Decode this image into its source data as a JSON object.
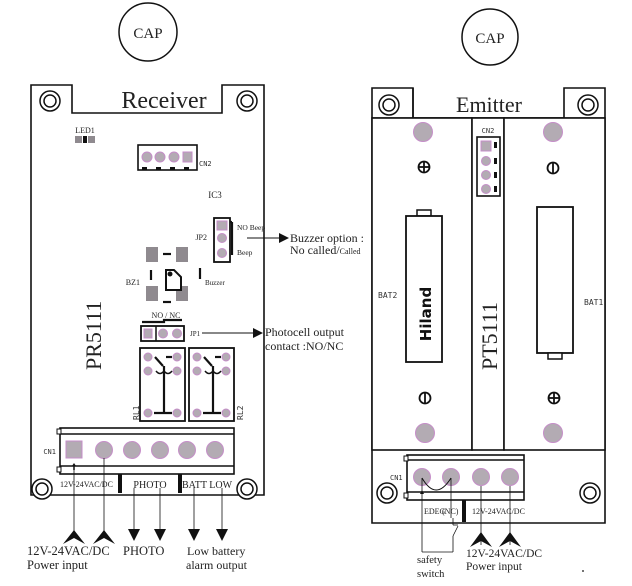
{
  "colors": {
    "pad_fill": "#b3abb3",
    "pad_outline": "#c58ec8",
    "component_gray": "#8f8a8f",
    "ink": "#111111",
    "background": "#ffffff"
  },
  "receiver": {
    "cap_label": "CAP",
    "title": "Receiver",
    "model": "PR5111",
    "led_label": "LED1",
    "cn2_label": "CN2",
    "ic3_label": "IC3",
    "jp2_label": "JP2",
    "jp2_no_beep": "NO Beep",
    "jp2_beep": "Beep",
    "bz1_label": "BZ1",
    "buzzer_label": "Buzzer",
    "jp1_label": "JP1",
    "jp1_options": "NO / NC",
    "rl1_label": "RL1",
    "rl2_label": "RL2",
    "cn1_label": "CN1",
    "terminal_power": "12V-24VAC/DC",
    "terminal_photo": "PHOTO",
    "terminal_batt": "BATT LOW",
    "annotations": {
      "buzzer_option_line1": "Buzzer option :",
      "buzzer_option_line2": "No called/",
      "buzzer_option_line2_small": "Called",
      "photocell_line1": "Photocell output",
      "photocell_line2": "contact :NO/NC"
    },
    "bottom_labels": {
      "power_line1": "12V-24VAC/DC",
      "power_line2": "Power input",
      "photo": "PHOTO",
      "low_battery_line1": "Low battery",
      "low_battery_line2": "alarm output"
    }
  },
  "emitter": {
    "cap_label": "CAP",
    "title": "Emitter",
    "model": "PT5111",
    "cn2_label": "CN2",
    "bat1_label": "BAT1",
    "bat2_label": "BAT2",
    "battery_brand": "Hiland",
    "cn1_label": "CN1",
    "terminal_edeg": "EDEG",
    "terminal_nc": "(NC)",
    "terminal_power": "12V-24VAC/DC",
    "bottom_labels": {
      "safety_line1": "safety",
      "safety_line2": "switch",
      "power_line1": "12V-24VAC/DC",
      "power_line2": "Power input"
    }
  }
}
